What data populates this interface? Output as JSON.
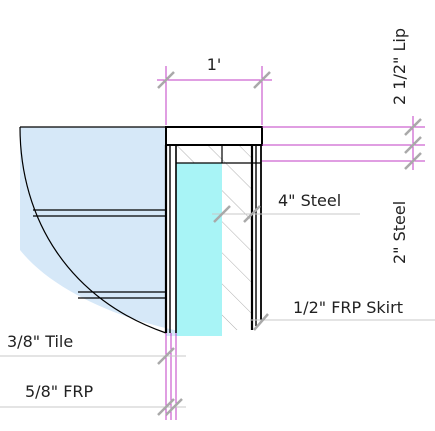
{
  "colors": {
    "pool_water": "#d6e8f8",
    "cavity_fill": "#a8f4f6",
    "dimension_line": "#c03cc6",
    "tick_mark": "#a9a9a9",
    "outline": "#000000",
    "hatch": "#b0b0b0"
  },
  "labels": {
    "top_dimension": "1'",
    "lip": "2 1/2\" Lip",
    "steel_4in": "4\" Steel",
    "steel_2in": "2\" Steel",
    "frp_skirt": "1/2\" FRP Skirt",
    "tile": "3/8\" Tile",
    "frp": "5/8\" FRP"
  }
}
